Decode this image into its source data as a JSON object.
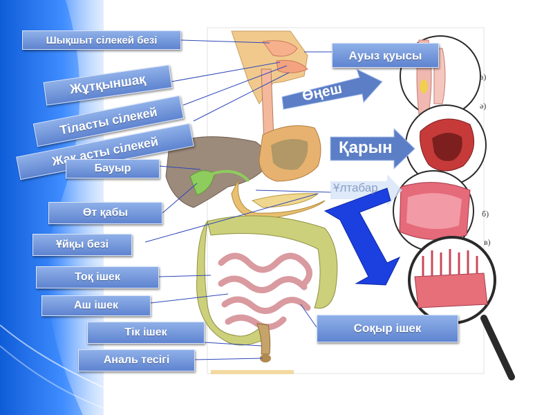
{
  "labels": {
    "parotid": "Шықшыт сілекей безі",
    "pharynx": "Жұтқыншақ",
    "sublingual": "Тіласты сілекей",
    "submandibular": "Жақ асты сілекей",
    "liver": "Бауыр",
    "gallbladder": "Өт қабы",
    "pancreas": "Ұйқы безі",
    "colon": "Тоқ ішек",
    "small_intestine": "Аш ішек",
    "rectum": "Тік ішек",
    "anus": "Аналь тесігі",
    "mouth": "Ауыз қуысы",
    "esophagus": "Өңеш",
    "stomach": "Қарын",
    "duodenum": "Ұлтабар",
    "cecum": "Соқыр ішек"
  },
  "sub_labels": [
    "а)",
    "ә)",
    "б)",
    "в)"
  ],
  "colors": {
    "label_fill": "#6f94d8",
    "arrow_fill": "#4f74bd",
    "deep_arrow": "#1f3fd8",
    "panel_blue": "#3f8cff"
  }
}
